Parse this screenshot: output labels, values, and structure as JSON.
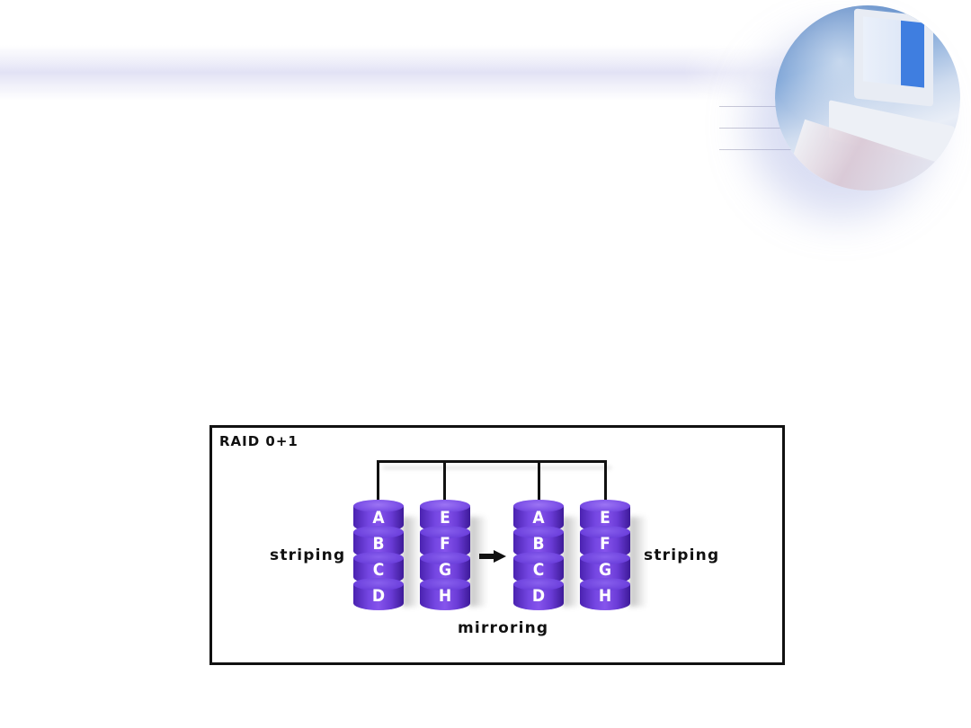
{
  "slide": {
    "header_banner": "decorative-gradient-band",
    "corner_image": "computer-globe-illustration"
  },
  "diagram": {
    "title": "RAID 0+1",
    "left_label": "striping",
    "right_label": "striping",
    "bottom_label": "mirroring",
    "arrow": "right-arrow",
    "colors": {
      "disk": "#7446e2",
      "disk_text": "#ffffff",
      "lines": "#111111",
      "border": "#111111"
    },
    "stacks": [
      {
        "name": "stack-1",
        "blocks": [
          "A",
          "B",
          "C",
          "D"
        ]
      },
      {
        "name": "stack-2",
        "blocks": [
          "E",
          "F",
          "G",
          "H"
        ]
      },
      {
        "name": "stack-3",
        "blocks": [
          "A",
          "B",
          "C",
          "D"
        ]
      },
      {
        "name": "stack-4",
        "blocks": [
          "E",
          "F",
          "G",
          "H"
        ]
      }
    ]
  }
}
